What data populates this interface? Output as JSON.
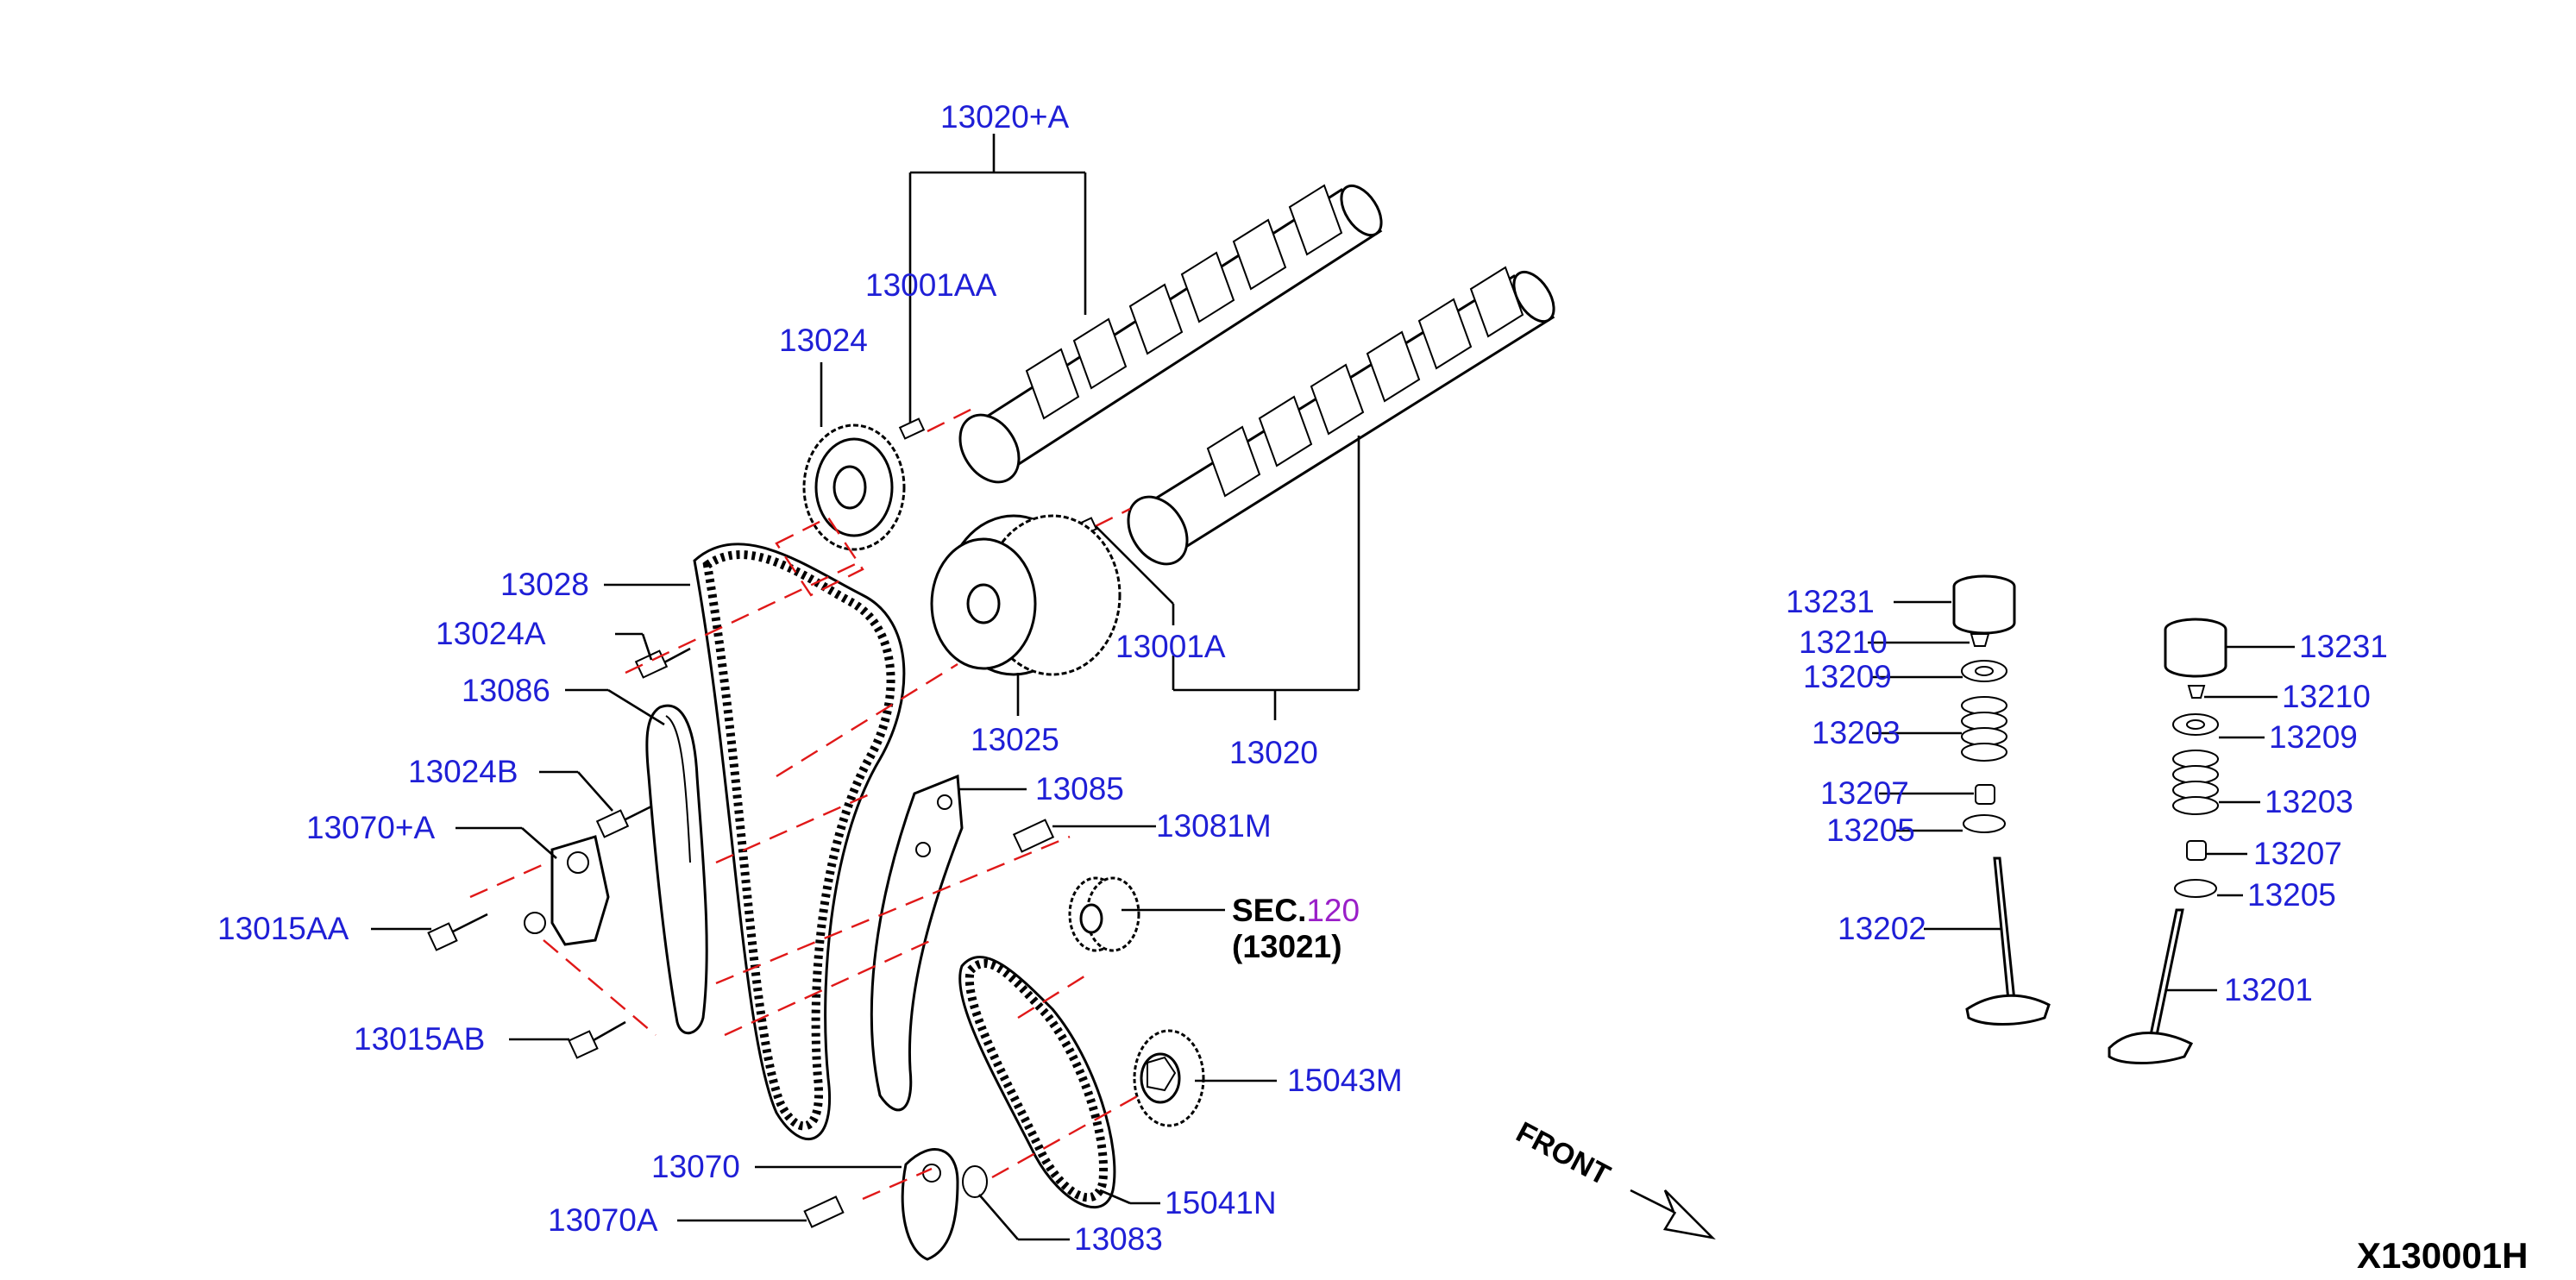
{
  "diagram": {
    "code": "X130001H",
    "front_label": "FRONT",
    "sec_ref": {
      "prefix": "SEC.",
      "number": "120",
      "sub": "(13021)"
    }
  },
  "labels": {
    "p13020A": "13020+A",
    "p13001AA": "13001AA",
    "p13024": "13024",
    "p13028": "13028",
    "p13024A": "13024A",
    "p13086": "13086",
    "p13024B": "13024B",
    "p13070A_plus": "13070+A",
    "p13015AA": "13015AA",
    "p13015AB": "13015AB",
    "p13070": "13070",
    "p13070A": "13070A",
    "p13083": "13083",
    "p15041N": "15041N",
    "p15043M": "15043M",
    "p13081M": "13081M",
    "p13085": "13085",
    "p13025": "13025",
    "p13001A": "13001A",
    "p13020": "13020",
    "left_valve": {
      "p13231": "13231",
      "p13210": "13210",
      "p13209": "13209",
      "p13203": "13203",
      "p13207": "13207",
      "p13205": "13205",
      "p13202": "13202"
    },
    "right_valve": {
      "p13231": "13231",
      "p13210": "13210",
      "p13209": "13209",
      "p13203": "13203",
      "p13207": "13207",
      "p13205": "13205",
      "p13201": "13201"
    }
  }
}
